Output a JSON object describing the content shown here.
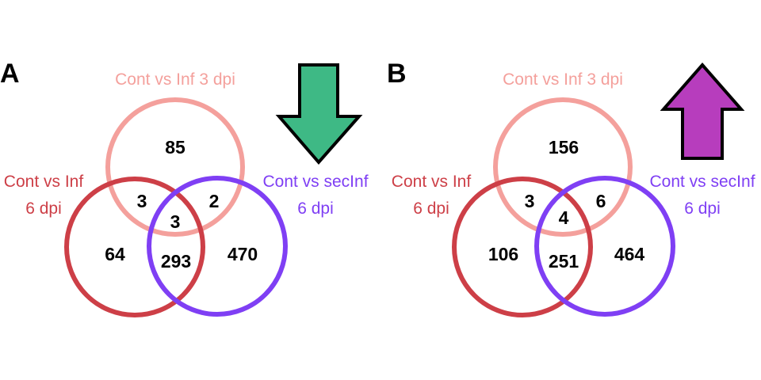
{
  "colors": {
    "inf3dpi": "#f4a09c",
    "inf6dpi": "#cd3f47",
    "secInf": "#7f3ff4",
    "arrow_down": "#3eb985",
    "arrow_up": "#b73dbd",
    "outline": "#000000"
  },
  "sets": {
    "top": "Cont vs Inf 3 dpi",
    "left_line1": "Cont vs Inf",
    "left_line2": "6 dpi",
    "right_line1": "Cont vs secInf",
    "right_line2": "6 dpi"
  },
  "panels": [
    {
      "letter": "A",
      "arrow": "down-arrow-icon",
      "counts": {
        "top_only": "85",
        "top_left": "3",
        "top_right": "2",
        "all_three": "3",
        "left_only": "64",
        "left_right": "293",
        "right_only": "470"
      }
    },
    {
      "letter": "B",
      "arrow": "up-arrow-icon",
      "counts": {
        "top_only": "156",
        "top_left": "3",
        "top_right": "6",
        "all_three": "4",
        "left_only": "106",
        "left_right": "251",
        "right_only": "464"
      }
    }
  ]
}
